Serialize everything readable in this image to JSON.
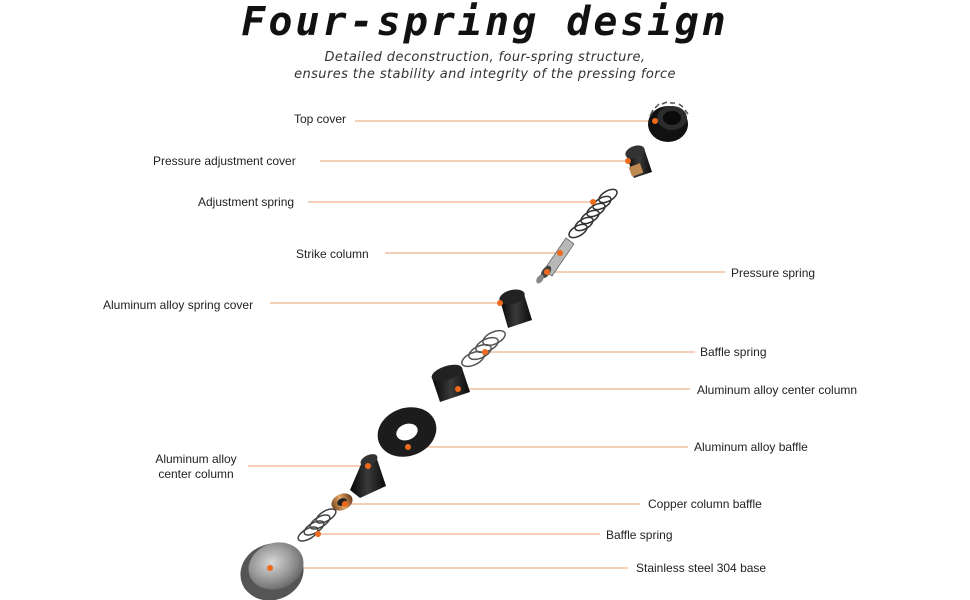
{
  "title": "Four-spring design",
  "subtitle": {
    "line1": "Detailed deconstruction, four-spring structure,",
    "line2": "ensures the stability and integrity of the pressing force"
  },
  "labels": {
    "top_cover": "Top cover",
    "pressure_adjustment_cover": "Pressure adjustment cover",
    "adjustment_spring": "Adjustment spring",
    "strike_column": "Strike column",
    "pressure_spring": "Pressure spring",
    "aluminum_alloy_spring_cover": "Aluminum alloy spring cover",
    "baffle_spring_upper": "Baffle spring",
    "aluminum_alloy_center_column_right": "Aluminum alloy center column",
    "aluminum_alloy_baffle": "Aluminum alloy baffle",
    "aluminum_alloy_center_column_left_1": "Aluminum alloy",
    "aluminum_alloy_center_column_left_2": "center column",
    "copper_column_baffle": "Copper column baffle",
    "baffle_spring_lower": "Baffle spring",
    "stainless_steel_304_base": "Stainless steel 304 base"
  },
  "colors": {
    "leader": "#e8a070",
    "dot": "#f06a1c",
    "part_dark": "#1a1a1a",
    "copper": "#c88a4a"
  }
}
